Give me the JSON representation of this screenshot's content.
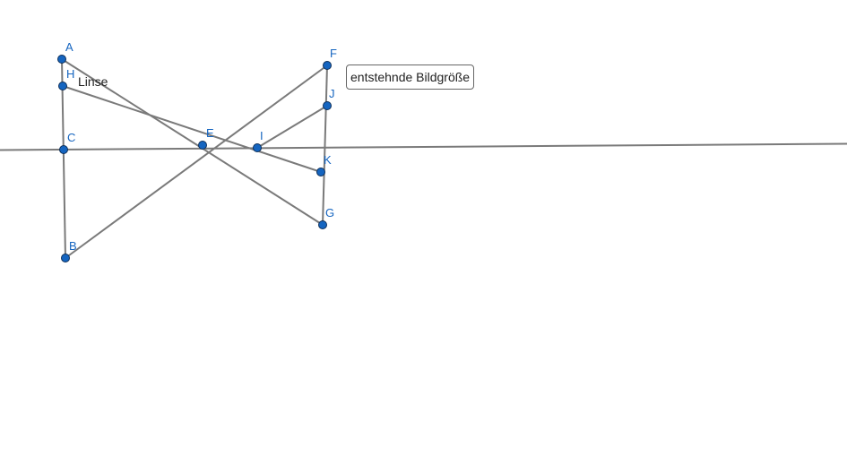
{
  "labels": {
    "linse": "Linse",
    "result_box": "entstehnde Bildgröße"
  },
  "points": [
    {
      "id": "A",
      "label": "A"
    },
    {
      "id": "H",
      "label": "H"
    },
    {
      "id": "C",
      "label": "C"
    },
    {
      "id": "B",
      "label": "B"
    },
    {
      "id": "E",
      "label": "E"
    },
    {
      "id": "I",
      "label": "I"
    },
    {
      "id": "F",
      "label": "F"
    },
    {
      "id": "J",
      "label": "J"
    },
    {
      "id": "K",
      "label": "K"
    },
    {
      "id": "G",
      "label": "G"
    }
  ],
  "colors": {
    "point_fill": "#1565c0",
    "line": "#7a7a7a",
    "label": "#1565c0"
  }
}
